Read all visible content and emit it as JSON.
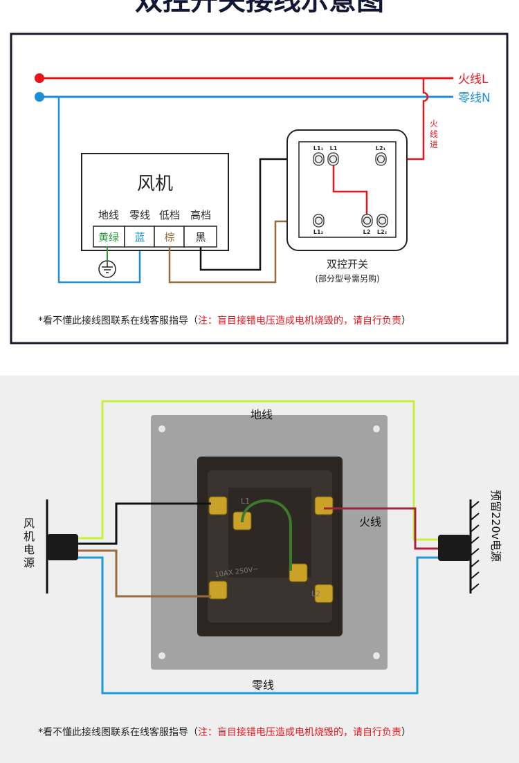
{
  "title": "双控开关接线示意图",
  "top_diagram": {
    "live_label": "火线L",
    "neutral_label": "零线N",
    "live_in_label": [
      "火",
      "线",
      "进"
    ],
    "fan": {
      "title": "风机",
      "wire_labels": [
        "地线",
        "零线",
        "低档",
        "高档"
      ],
      "terminals": [
        "黄绿",
        "蓝",
        "棕",
        "黑"
      ]
    },
    "switch": {
      "terminal_labels": [
        "L1₁",
        "L1",
        "L2₁",
        "L1₂",
        "L2",
        "L2₂"
      ],
      "title": "双控开关",
      "subtitle": "(部分型号需另购)"
    },
    "note_prefix": "*看不懂此接线图联系在线客服指导（",
    "note_warning": "注：盲目接错电压造成电机烧毁的，请自行负责",
    "note_suffix": "）"
  },
  "bottom_diagram": {
    "ground_label": "地线",
    "live_label": "火线",
    "neutral_label": "零线",
    "fan_power_label": [
      "风",
      "机",
      "电",
      "源"
    ],
    "reserved_power_label": "预留220v电源",
    "switch_print": [
      "L1",
      "L2",
      "10AX 250V~"
    ],
    "note_prefix": "*看不懂此接线图联系在线客服指导（",
    "note_warning": "注：盲目接错电压造成电机烧毁的，请自行负责",
    "note_suffix": "）"
  },
  "colors": {
    "live": "#e8141b",
    "neutral": "#1a8fd6",
    "ground": "#c8f03c",
    "black": "#111111",
    "brown": "#9a6a3c",
    "title": "#111833"
  }
}
